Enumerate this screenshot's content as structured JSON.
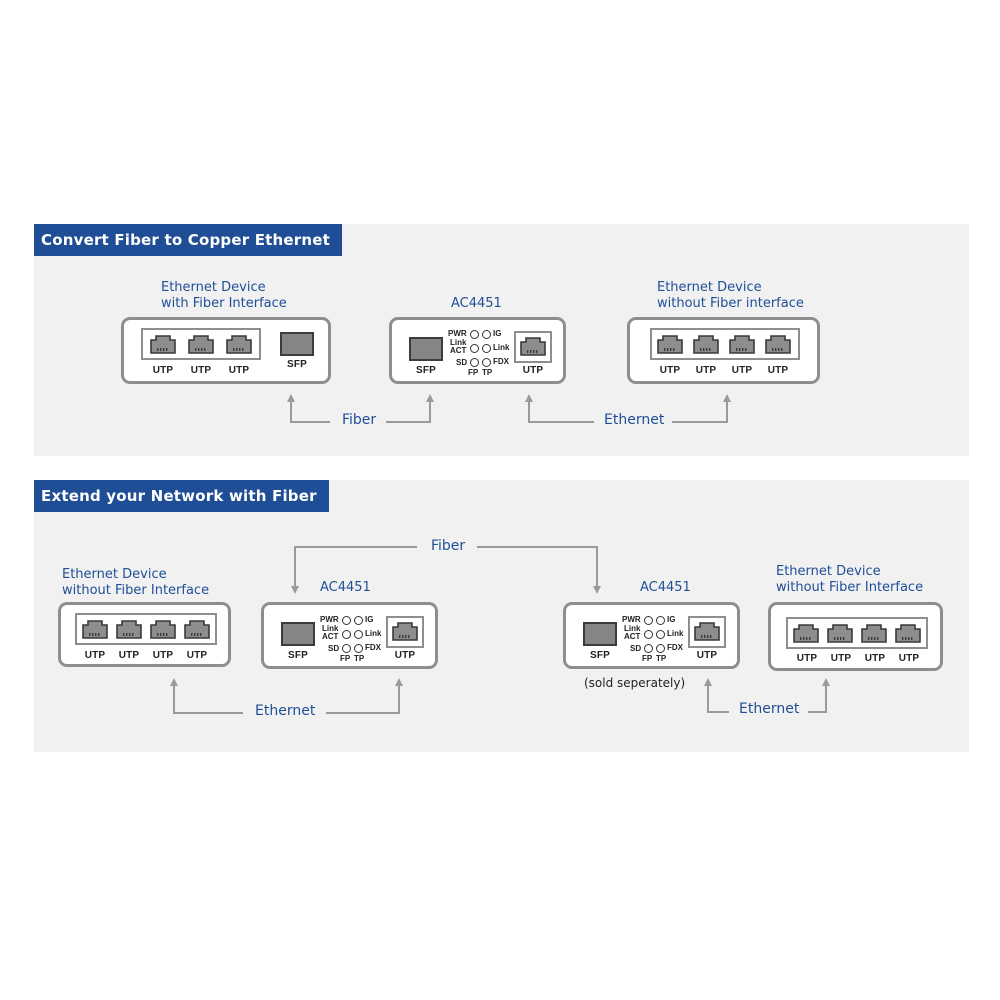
{
  "panel1": {
    "title": "Convert Fiber to Copper Ethernet",
    "device_left": {
      "caption_line1": "Ethernet Device",
      "caption_line2": "with Fiber Interface",
      "ports": [
        "UTP",
        "UTP",
        "UTP"
      ],
      "sfp_label": "SFP"
    },
    "converter": {
      "caption": "AC4451",
      "sfp_label": "SFP",
      "utp_label": "UTP",
      "leds": {
        "pwr": "PWR",
        "link1": "Link",
        "act": "ACT",
        "sd": "SD",
        "fp": "FP",
        "tp": "TP",
        "ig": "IG",
        "link2": "Link",
        "fdx": "FDX"
      }
    },
    "device_right": {
      "caption_line1": "Ethernet Device",
      "caption_line2": "without Fiber interface",
      "ports": [
        "UTP",
        "UTP",
        "UTP",
        "UTP"
      ]
    },
    "links": {
      "fiber": "Fiber",
      "ethernet": "Ethernet"
    }
  },
  "panel2": {
    "title": "Extend your Network with Fiber",
    "device_left": {
      "caption_line1": "Ethernet Device",
      "caption_line2": "without Fiber Interface",
      "ports": [
        "UTP",
        "UTP",
        "UTP",
        "UTP"
      ]
    },
    "converter_left": {
      "caption": "AC4451",
      "sfp_label": "SFP",
      "utp_label": "UTP",
      "leds": {
        "pwr": "PWR",
        "link1": "Link",
        "act": "ACT",
        "sd": "SD",
        "fp": "FP",
        "tp": "TP",
        "ig": "IG",
        "link2": "Link",
        "fdx": "FDX"
      }
    },
    "converter_right": {
      "caption": "AC4451",
      "sfp_label": "SFP",
      "utp_label": "UTP",
      "note": "(sold seperately)",
      "leds": {
        "pwr": "PWR",
        "link1": "Link",
        "act": "ACT",
        "sd": "SD",
        "fp": "FP",
        "tp": "TP",
        "ig": "IG",
        "link2": "Link",
        "fdx": "FDX"
      }
    },
    "device_right": {
      "caption_line1": "Ethernet Device",
      "caption_line2": "without Fiber Interface",
      "ports": [
        "UTP",
        "UTP",
        "UTP",
        "UTP"
      ]
    },
    "links": {
      "fiber": "Fiber",
      "ethernet_left": "Ethernet",
      "ethernet_right": "Ethernet"
    }
  },
  "colors": {
    "accent": "#1f4e97",
    "panel_bg": "#f1f1f1",
    "device_border": "#8e8e8e",
    "connector": "#9a9a9a"
  }
}
